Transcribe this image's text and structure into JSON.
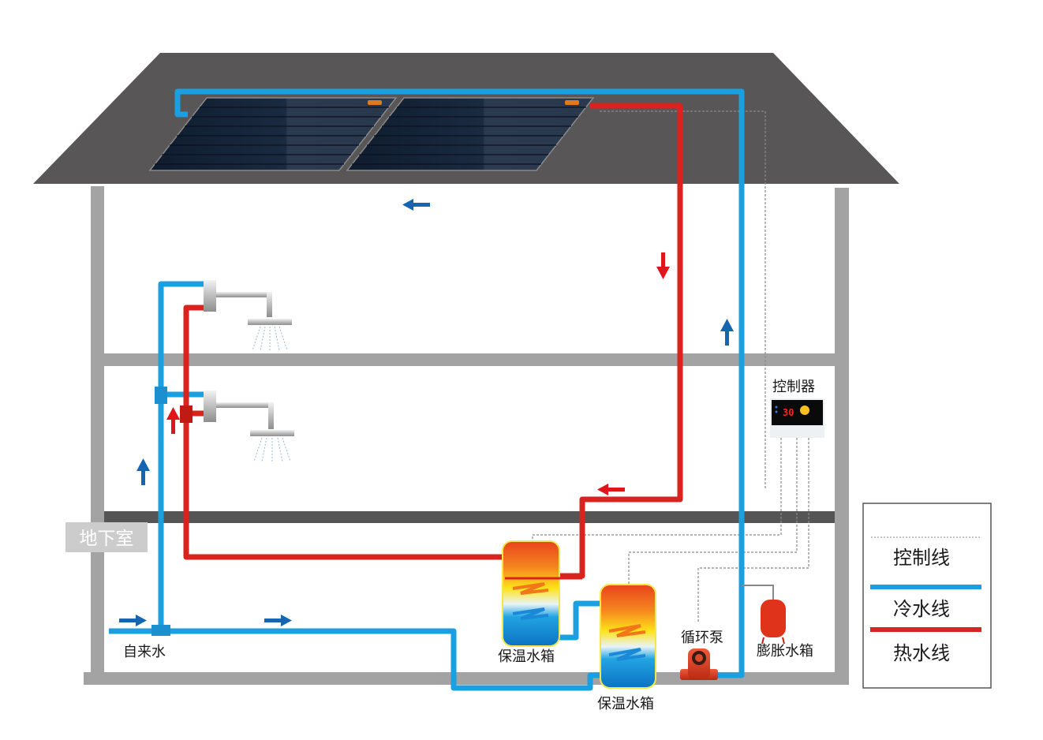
{
  "labels": {
    "controller": "控制器",
    "basement": "地下室",
    "tap_water": "自来水",
    "storage_tank_1": "保温水箱",
    "storage_tank_2": "保温水箱",
    "circulation_pump": "循环泵",
    "expansion_tank": "膨胀水箱"
  },
  "controller_display": {
    "temperature": "30"
  },
  "legend": {
    "items": [
      {
        "label": "控制线",
        "style": "dashed",
        "color": "#888888"
      },
      {
        "label": "冷水线",
        "style": "solid",
        "color": "#1aa0e0"
      },
      {
        "label": "热水线",
        "style": "solid",
        "color": "#d8231e"
      }
    ]
  },
  "colors": {
    "cold_pipe": "#1aa0e0",
    "hot_pipe": "#d8231e",
    "roof": "#595657",
    "wall": "#a3a3a3",
    "floor_slab": "#555555",
    "arrow_blue": "#1565b0",
    "arrow_red": "#e0141a"
  }
}
